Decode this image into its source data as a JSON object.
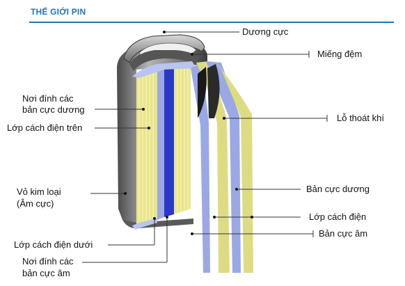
{
  "header": {
    "title": "THẾ GIỚI PIN"
  },
  "labels": {
    "positive_cap": "Dương cực",
    "gasket": "Miếng đệm",
    "positive_tab_l1": "Nơi đính các",
    "positive_tab_l2": "bản cực dương",
    "top_insulator": "Lớp cách điện trên",
    "vent": "Lỗ thoát khí",
    "metal_can_l1": "Vỏ kim loại",
    "metal_can_l2": "(Âm cực)",
    "positive_plate": "Bản cực dương",
    "separator": "Lớp cách điện",
    "negative_plate": "Bản cực âm",
    "bottom_insulator": "Lớp cách điện dưới",
    "negative_tab_l1": "Nơi đính các",
    "negative_tab_l2": "bản cực âm"
  },
  "colors": {
    "accent": "#1f74b8",
    "yellow_plate": "#e3e27a",
    "blue_separator": "#9aa8e6",
    "dark_blue": "#2a38c9",
    "metal_gray": "#8c8c8c"
  }
}
